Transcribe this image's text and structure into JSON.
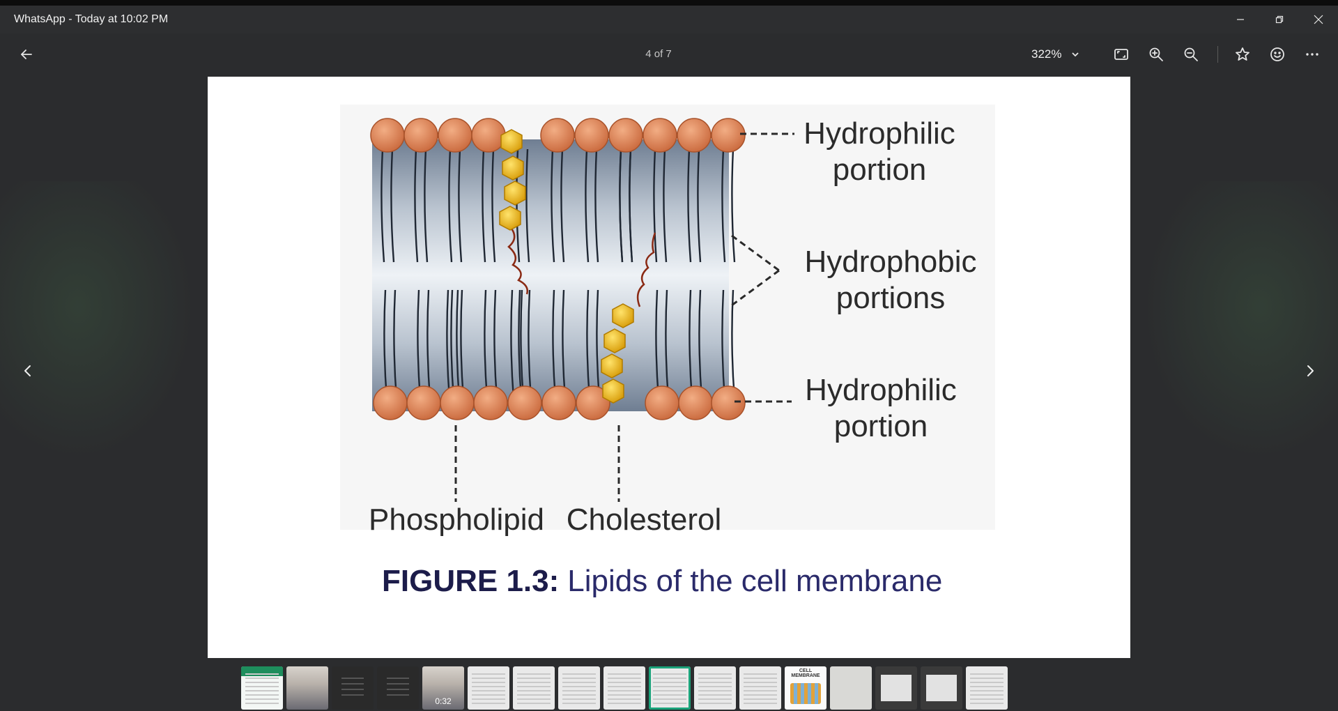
{
  "window": {
    "title": "WhatsApp - Today at 10:02 PM"
  },
  "toolbar": {
    "counter": "4 of 7",
    "zoom_level": "322%"
  },
  "image": {
    "labels": {
      "hydrophilic_top_line1": "Hydrophilic",
      "hydrophilic_top_line2": "portion",
      "hydrophobic_line1": "Hydrophobic",
      "hydrophobic_line2": "portions",
      "hydrophilic_bottom_line1": "Hydrophilic",
      "hydrophilic_bottom_line2": "portion",
      "phospholipid": "Phospholipid",
      "cholesterol": "Cholesterol"
    },
    "caption_prefix": "FIGURE 1.3:",
    "caption_text": "Lipids of the cell membrane"
  },
  "filmstrip": {
    "thumbnails": [
      {
        "kind": "green"
      },
      {
        "kind": "photo"
      },
      {
        "kind": "dark"
      },
      {
        "kind": "dark"
      },
      {
        "kind": "photo",
        "duration": "0:32"
      },
      {
        "kind": "doc"
      },
      {
        "kind": "doc"
      },
      {
        "kind": "doc"
      },
      {
        "kind": "doc"
      },
      {
        "kind": "doc",
        "active": true
      },
      {
        "kind": "doc"
      },
      {
        "kind": "doc"
      },
      {
        "kind": "cells",
        "title": "CELL MEMBRANE"
      },
      {
        "kind": "grey"
      },
      {
        "kind": "screen"
      },
      {
        "kind": "screen"
      },
      {
        "kind": "doc"
      }
    ],
    "active_index": 9
  },
  "colors": {
    "accent": "#1aa37a",
    "head": "#e08a5c",
    "cholesterol": "#f2c21b",
    "caption_dark": "#1c1c4a"
  }
}
